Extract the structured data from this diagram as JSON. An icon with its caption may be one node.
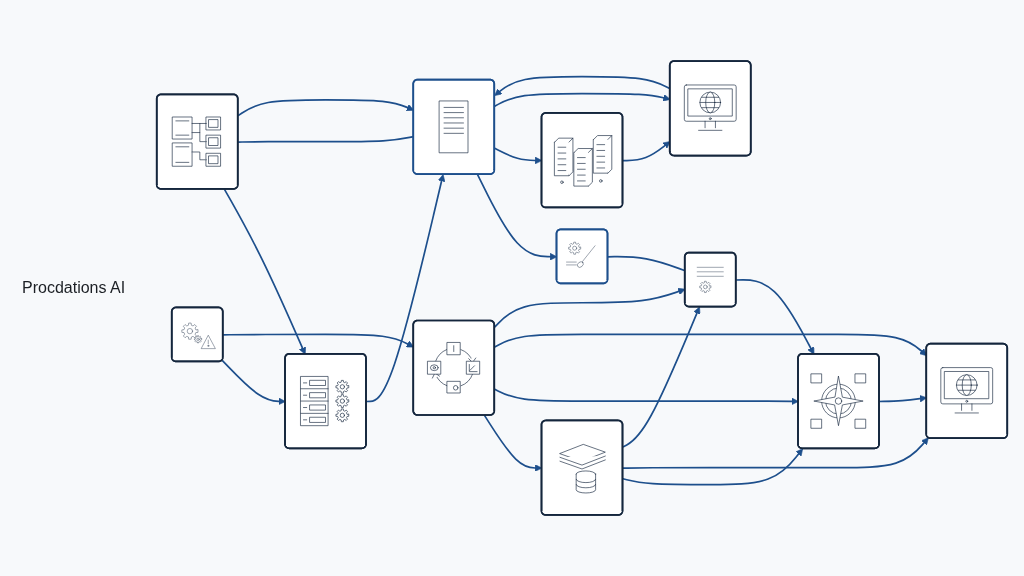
{
  "diagram": {
    "nodes": [
      {
        "text": [],
        "shape": "picture"
      },
      {
        "text": [],
        "shape": "picture"
      },
      {
        "text": [],
        "shape": "picture"
      },
      {
        "text": [],
        "shape": "picture"
      },
      {
        "text": [],
        "shape": "picture"
      },
      {
        "text": [],
        "shape": "picture"
      },
      {
        "text": [],
        "shape": "picture"
      },
      {
        "text": [],
        "shape": "picture"
      },
      {
        "text": [],
        "shape": "picture"
      },
      {
        "text": [],
        "shape": "picture"
      },
      {
        "text": [],
        "shape": "picture"
      },
      {
        "text": [],
        "shape": "picture"
      }
    ],
    "edges": [
      {
        "from": 0,
        "to": 1,
        "arrow": "to"
      },
      {
        "from": 0,
        "to": 5,
        "arrow": "none"
      },
      {
        "from": 0,
        "to": 5,
        "arrow": "to"
      },
      {
        "from": 2,
        "to": 1,
        "arrow": "to"
      },
      {
        "from": 2,
        "to": 3,
        "arrow": "to"
      },
      {
        "from": 1,
        "to": 5,
        "arrow": "to"
      },
      {
        "from": 3,
        "to": 4,
        "arrow": "to"
      },
      {
        "from": 3,
        "to": 10,
        "arrow": "to"
      },
      {
        "from": 3,
        "to": 11,
        "arrow": "to"
      },
      {
        "from": 3,
        "to": 7,
        "arrow": "to"
      },
      {
        "from": 4,
        "to": 10,
        "arrow": "to"
      },
      {
        "from": 4,
        "to": 11,
        "arrow": "to"
      },
      {
        "from": 4,
        "to": 7,
        "arrow": "to"
      },
      {
        "from": 5,
        "to": 6,
        "arrow": "to"
      },
      {
        "from": 6,
        "to": 7,
        "arrow": "none"
      },
      {
        "from": 7,
        "to": 10,
        "arrow": "to"
      },
      {
        "from": 5,
        "to": 8,
        "arrow": "to"
      },
      {
        "from": 5,
        "to": 9,
        "arrow": "to"
      },
      {
        "from": 8,
        "to": 9,
        "arrow": "to"
      },
      {
        "from": 9,
        "to": 5,
        "arrow": "to"
      },
      {
        "from": 10,
        "to": 11,
        "arrow": "to"
      }
    ],
    "labels": [
      "Procdations AI"
    ]
  }
}
